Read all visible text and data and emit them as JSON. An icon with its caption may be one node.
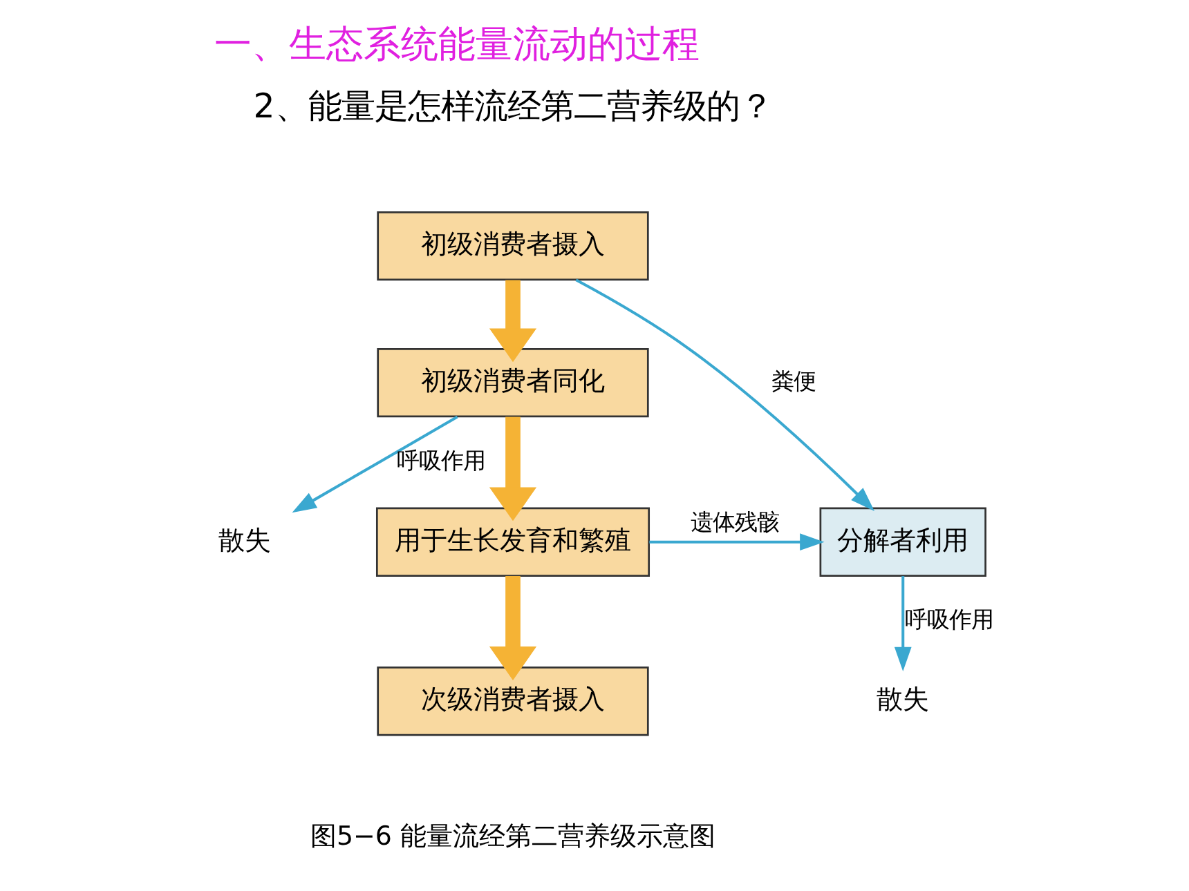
{
  "diagram": {
    "title": "一、生态系统能量流动的过程",
    "caption": "图5−6 能量流经第二营养级示意图",
    "nodes": [
      {
        "text": [
          "初级消费者摄入"
        ]
      },
      {
        "text": [
          "初级消费者同化"
        ]
      },
      {
        "text": [
          "用于生长发育和繁殖"
        ]
      },
      {
        "text": [
          "次级消费者摄入"
        ]
      },
      {
        "text": [
          "分解者利用"
        ]
      },
      {
        "text": [
          "散失"
        ]
      },
      {
        "text": [
          "散失"
        ]
      }
    ],
    "edges": [
      {
        "from": 0,
        "to": 1,
        "arrow": "to",
        "style": "thick",
        "color": "#f5b335"
      },
      {
        "from": 1,
        "to": 2,
        "arrow": "to",
        "style": "thick",
        "color": "#f5b335"
      },
      {
        "from": 2,
        "to": 3,
        "arrow": "to",
        "style": "thick",
        "color": "#f5b335"
      },
      {
        "from": 0,
        "to": 4,
        "arrow": "to",
        "label": "粪便"
      },
      {
        "from": 1,
        "to": 5,
        "arrow": "to",
        "label": "呼吸作用"
      },
      {
        "from": 2,
        "to": 4,
        "arrow": "to",
        "label": "遗体残骸"
      },
      {
        "from": 4,
        "to": 6,
        "arrow": "to",
        "label": "呼吸作用"
      }
    ],
    "labels": [
      "2、能量是怎样流经第二营养级的？"
    ]
  }
}
